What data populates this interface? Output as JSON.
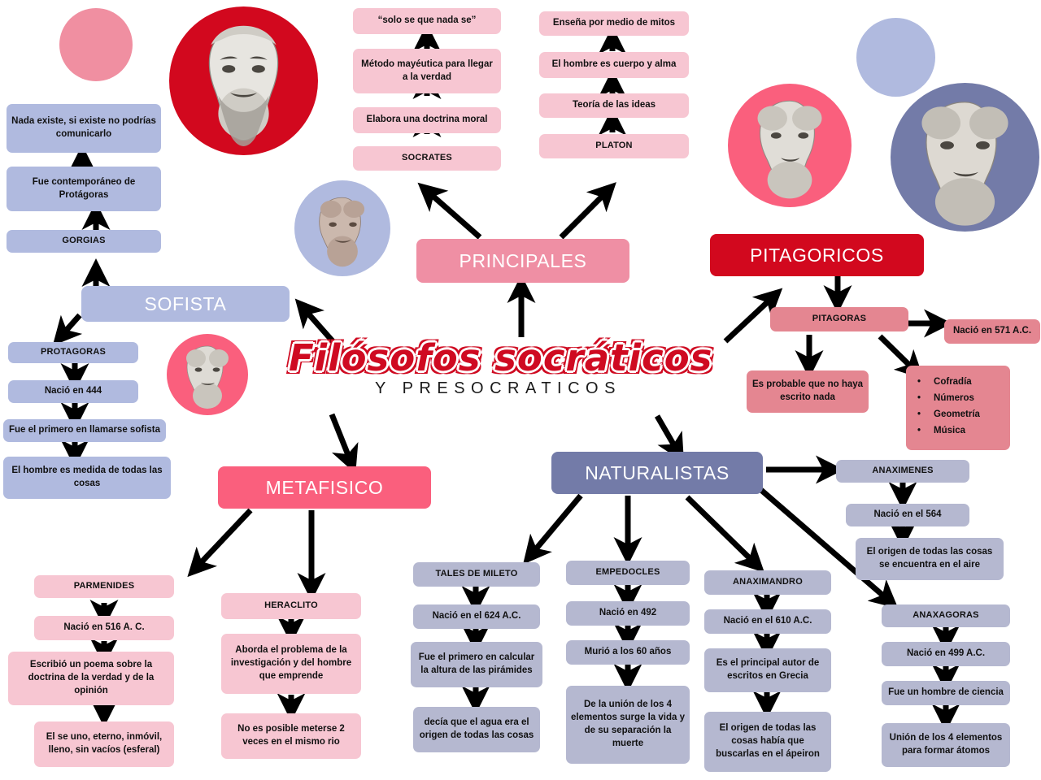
{
  "title": {
    "main": "Filósofos socráticos",
    "sub": "Y PRESOCRATICOS"
  },
  "colors": {
    "red": "#d2081e",
    "hot_pink": "#fa5f7d",
    "pink": "#ef8fa4",
    "light_pink": "#f7c6d2",
    "mid_pink": "#e48691",
    "slate_blue": "#737ba8",
    "periwinkle": "#b0badf",
    "light_blue_gray": "#b5b8d0"
  },
  "banners": {
    "sofista": "SOFISTA",
    "principales": "PRINCIPALES",
    "pitagoricos": "PITAGORICOS",
    "metafisico": "METAFISICO",
    "naturalistas": "NATURALISTAS"
  },
  "branches": {
    "gorgias": {
      "name": "GORGIAS",
      "items": [
        "Fue contemporáneo de Protágoras",
        "Nada existe, si existe no podrías comunicarlo"
      ]
    },
    "protagoras": {
      "name": "PROTAGORAS",
      "items": [
        "Nació en 444",
        "Fue el primero en llamarse sofista",
        "El hombre es medida de todas las cosas"
      ]
    },
    "socrates": {
      "name": "SOCRATES",
      "items": [
        "Elabora una doctrina moral",
        "Método mayéutica para llegar a la verdad",
        "“solo se que nada se”"
      ]
    },
    "platon": {
      "name": "PLATON",
      "items": [
        "Teoría de las ideas",
        "El hombre es cuerpo y alma",
        "Enseña por medio de mitos"
      ]
    },
    "pitagoras": {
      "name": "PITAGORAS",
      "birth": "Nació en 571 A.C.",
      "note": "Es probable que no haya escrito nada",
      "topics": [
        "Cofradía",
        "Números",
        "Geometría",
        "Música"
      ]
    },
    "parmenides": {
      "name": "PARMENIDES",
      "items": [
        "Nació en 516 A. C.",
        "Escribió un poema sobre la doctrina de la verdad y de la opinión",
        "El se uno, eterno, inmóvil, lleno, sin vacíos (esferal)"
      ]
    },
    "heraclito": {
      "name": "HERACLITO",
      "items": [
        "Aborda el problema de la investigación y del hombre que emprende",
        "No es posible meterse 2 veces en el mismo rio"
      ]
    },
    "tales": {
      "name": "TALES DE MILETO",
      "items": [
        "Nació en el 624 A.C.",
        "Fue el primero en calcular la altura de las pirámides",
        "decía que el agua era el origen de todas las cosas"
      ]
    },
    "empedocles": {
      "name": "EMPEDOCLES",
      "items": [
        "Nació en 492",
        "Murió a los 60 años",
        "De la unión de los 4 elementos surge la vida y de su separación la muerte"
      ]
    },
    "anaximandro": {
      "name": "ANAXIMANDRO",
      "items": [
        "Nació en el 610 A.C.",
        "Es el principal autor de escritos en Grecia",
        "El origen de todas las cosas había que buscarlas en el ápeiron"
      ]
    },
    "anaximenes": {
      "name": "ANAXIMENES",
      "items": [
        "Nació en el 564",
        "El origen de todas las cosas se encuentra en el aire"
      ]
    },
    "anaxagoras": {
      "name": "ANAXAGORAS",
      "items": [
        "Nació en 499 A.C.",
        "Fue un hombre de ciencia",
        "Unión de los 4 elementos para formar átomos"
      ]
    }
  }
}
